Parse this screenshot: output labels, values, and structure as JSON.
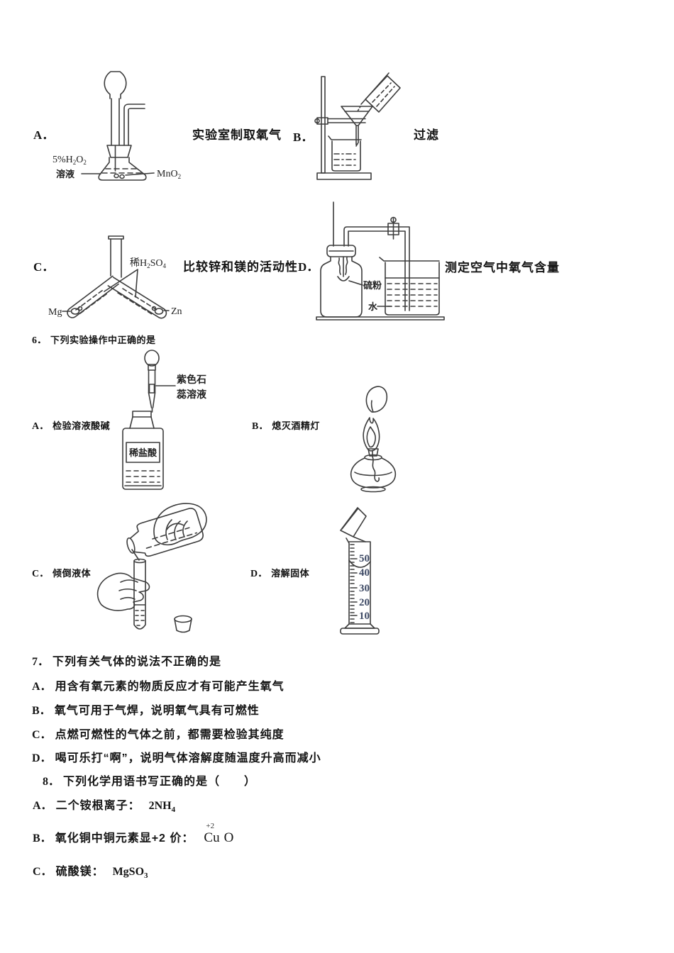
{
  "q5": {
    "a": {
      "letter": "A．",
      "caption": "实验室制取氧气",
      "reagent_p1": "5%H",
      "reagent_s1": "2",
      "reagent_p2": "O",
      "reagent_s2": "2",
      "reagent_line2": "溶液",
      "catalyst_p1": "MnO",
      "catalyst_s1": "2"
    },
    "b": {
      "letter": "B．",
      "caption": "过滤"
    },
    "c": {
      "letter": "C．",
      "caption": "比较锌和镁的活动性",
      "acid_p1": "稀H",
      "acid_s1": "2",
      "acid_p2": "SO",
      "acid_s2": "4",
      "mg": "Mg",
      "zn": "Zn"
    },
    "d": {
      "letter": "D．",
      "caption": "测定空气中氧气含量",
      "sulfur": "硫粉",
      "water": "水"
    }
  },
  "q6": {
    "number": "6．",
    "title": "下列实验操作中正确的是",
    "a": {
      "letter": "A．",
      "label": "检验溶液酸碱",
      "dropper_line1": "紫色石",
      "dropper_line2": "蕊溶液",
      "bottle": "稀盐酸"
    },
    "b": {
      "letter": "B．",
      "label": "熄灭酒精灯"
    },
    "c": {
      "letter": "C．",
      "label": "倾倒液体"
    },
    "d": {
      "letter": "D．",
      "label": "溶解固体",
      "marks": [
        "50",
        "40",
        "30",
        "20",
        "10"
      ]
    }
  },
  "q7": {
    "number": "7．",
    "title": "下列有关气体的说法不正确的是",
    "options": [
      {
        "letter": "A．",
        "text": "用含有氧元素的物质反应才有可能产生氧气"
      },
      {
        "letter": "B．",
        "text": "氧气可用于气焊，说明氧气具有可燃性"
      },
      {
        "letter": "C．",
        "text": "点燃可燃性的气体之前，都需要检验其纯度"
      },
      {
        "letter": "D．",
        "text": "喝可乐打“啊”，说明气体溶解度随温度升高而减小"
      }
    ]
  },
  "q8": {
    "number": "8．",
    "title": "下列化学用语书写正确的是（　　）",
    "a": {
      "letter": "A．",
      "text": "二个铵根离子：",
      "formula_base": "2NH",
      "formula_sub": "4"
    },
    "b": {
      "letter": "B．",
      "text": "氧化铜中铜元素显+2 价：",
      "valence": "+2",
      "element": "Cu",
      "rest": "O"
    },
    "c": {
      "letter": "C．",
      "text": "硫酸镁：",
      "formula_base": "MgSO",
      "formula_sub": "3"
    }
  }
}
